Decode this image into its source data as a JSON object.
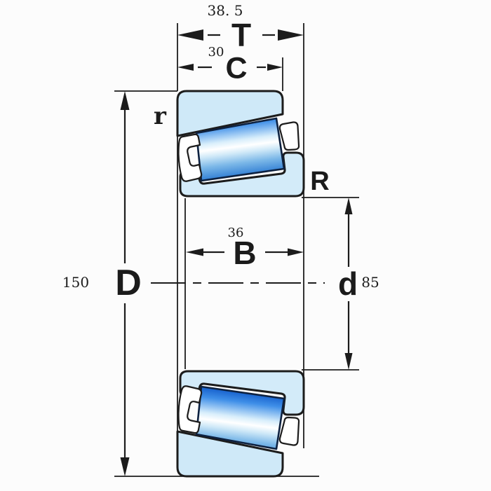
{
  "dims": {
    "T": {
      "label": "T",
      "value": "38. 5"
    },
    "C": {
      "label": "C",
      "value": "30"
    },
    "B": {
      "label": "B",
      "value": "36"
    },
    "D": {
      "label": "D",
      "value": "150"
    },
    "d": {
      "label": "d",
      "value": "85"
    },
    "R": {
      "label": "R"
    },
    "r": {
      "label": "r"
    }
  },
  "colors": {
    "outline": "#1c1c1c",
    "roller_outline": "#0d2140",
    "ring_fill": "#cfe9f8",
    "cage_fill": "#ffffff",
    "roller_blue_dark": "#1059c8",
    "roller_blue_mid": "#3f8fe8",
    "roller_highlight": "#ffffff"
  }
}
